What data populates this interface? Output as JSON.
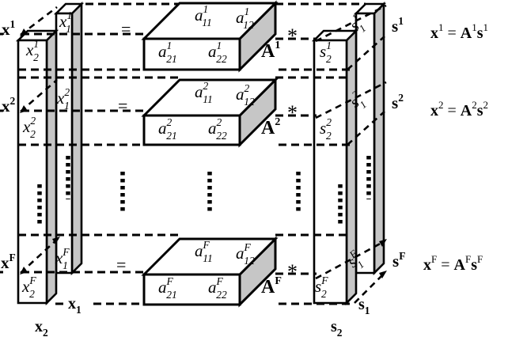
{
  "figure": "joint-diagonalization-per-frequency-mixing-model",
  "colors": {
    "shade": "#c6c6c6",
    "line": "#000000",
    "background": "#ffffff"
  },
  "symbols": {
    "x": "x",
    "s": "s",
    "a": "a",
    "A": "A",
    "equals": "=",
    "star": "*",
    "spaced_equals": " = "
  },
  "subscripts": {
    "one": "1",
    "two": "2",
    "oneone": "11",
    "onetwo": "12",
    "twoone": "21",
    "twotwo": "22"
  },
  "rows": [
    {
      "sup": "1"
    },
    {
      "sup": "2"
    },
    {
      "sup": "F"
    }
  ],
  "bottom_axis_labels": {
    "x1": {
      "base": "x",
      "sub": "1"
    },
    "x2": {
      "base": "x",
      "sub": "2"
    },
    "s1": {
      "base": "s",
      "sub": "1"
    },
    "s2": {
      "base": "s",
      "sub": "2"
    }
  }
}
